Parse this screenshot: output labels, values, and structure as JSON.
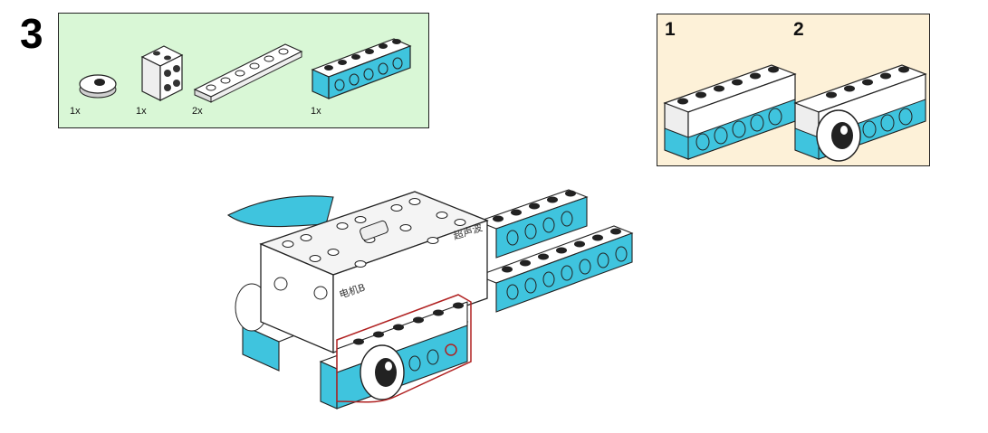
{
  "step": {
    "number": "3"
  },
  "parts": [
    {
      "name": "eye-piece",
      "qty": "1x"
    },
    {
      "name": "bracket-plate",
      "qty": "1x"
    },
    {
      "name": "flat-plate-1x6",
      "qty": "2x"
    },
    {
      "name": "technic-beam-1x6",
      "qty": "1x"
    }
  ],
  "substeps": [
    {
      "label": "1"
    },
    {
      "label": "2"
    }
  ],
  "hub": {
    "label_top": "超声波",
    "label_side": "电机B"
  },
  "colors": {
    "parts_bg": "#d9f7d6",
    "substep_bg": "#fdf1d8",
    "brick_blue": "#3fc4de",
    "highlight": "#b02020"
  }
}
